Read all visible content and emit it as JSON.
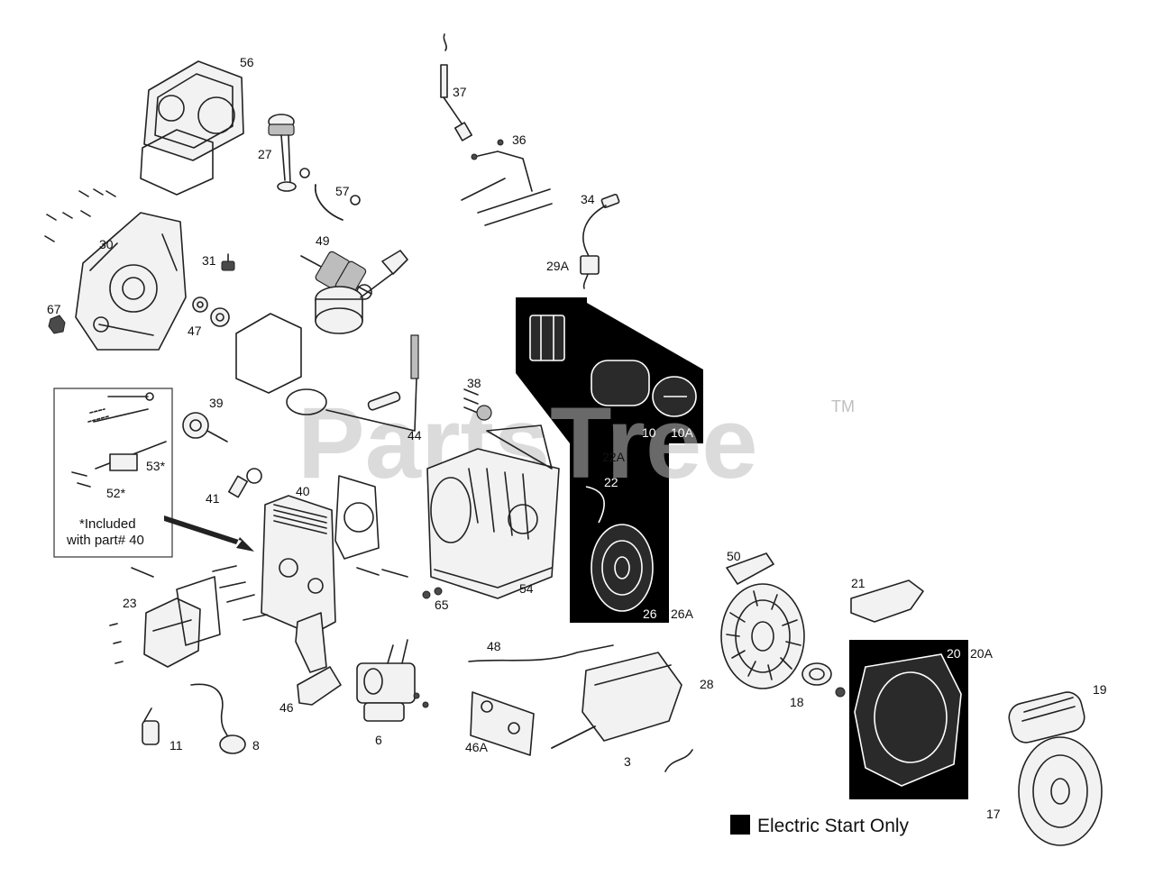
{
  "watermark": {
    "text": "PartsTree",
    "tm": "TM"
  },
  "note": {
    "line1": "*Included",
    "line2": "with part# 40"
  },
  "legend": {
    "label": "Electric Start Only",
    "swatch_color": "#000000"
  },
  "callouts": {
    "p56": "56",
    "p37": "37",
    "p36": "36",
    "p27": "27",
    "p57": "57",
    "p34": "34",
    "p30": "30",
    "p49": "49",
    "p31": "31",
    "p29A": "29A",
    "p67": "67",
    "p47": "47",
    "p38": "38",
    "p39": "39",
    "p44": "44",
    "p53": "53*",
    "p52": "52*",
    "p41": "41",
    "p40": "40",
    "p54": "54",
    "p65": "65",
    "p50": "50",
    "p21": "21",
    "p23": "23",
    "p48": "48",
    "p28": "28",
    "p18": "18",
    "p20A": "20A",
    "p19": "19",
    "p46": "46",
    "p46A": "46A",
    "p6": "6",
    "p11": "11",
    "p8": "8",
    "p3": "3",
    "p17": "17",
    "p10": "10",
    "p10A": "10A",
    "p22A": "22A",
    "p22": "22",
    "p26": "26",
    "p26A": "26A",
    "p20": "20"
  }
}
